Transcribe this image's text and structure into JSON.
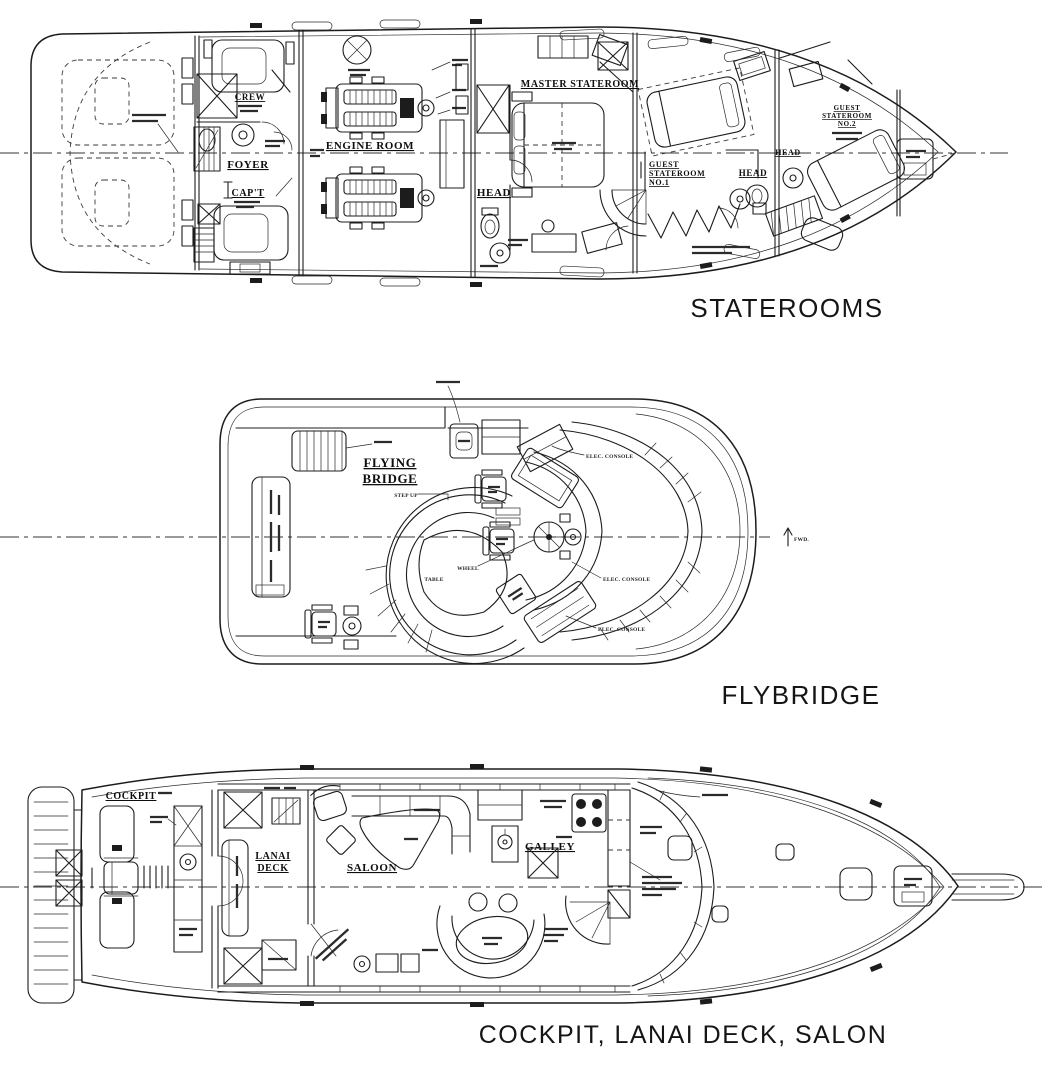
{
  "page": {
    "background": "#ffffff",
    "ink": "#1c1c1c",
    "description_type": "yacht deck plans, three stacked line drawings"
  },
  "decks": {
    "staterooms": {
      "caption": "STATEROOMS",
      "labels": {
        "crew": "CREW",
        "foyer": "FOYER",
        "captain": "CAP'T",
        "engine_room": "ENGINE ROOM",
        "head_amidships": "HEAD",
        "master_stateroom": "MASTER STATEROOM",
        "guest1_line1": "GUEST",
        "guest1_line2": "STATEROOM",
        "guest1_line3": "NO.1",
        "head_guest": "HEAD",
        "guest2_line1": "GUEST",
        "guest2_line2": "STATEROOM",
        "guest2_line3": "NO.2",
        "head_forward": "HEAD"
      }
    },
    "flybridge": {
      "caption": "FLYBRIDGE",
      "labels": {
        "flying_line1": "FLYING",
        "flying_line2": "BRIDGE",
        "step_up": "STEP UP",
        "elec_console_fwd": "ELEC. CONSOLE",
        "elec_console_mid": "ELEC. CONSOLE",
        "elec_console_aft": "ELEC. CONSOLE",
        "table": "TABLE",
        "wheel": "WHEEL",
        "fwd_marker": "FWD."
      }
    },
    "main_deck": {
      "caption": "COCKPIT, LANAI DECK, SALON",
      "labels": {
        "cockpit": "COCKPIT",
        "lanai_line1": "LANAI",
        "lanai_line2": "DECK",
        "saloon": "SALOON",
        "galley": "GALLEY"
      }
    }
  }
}
